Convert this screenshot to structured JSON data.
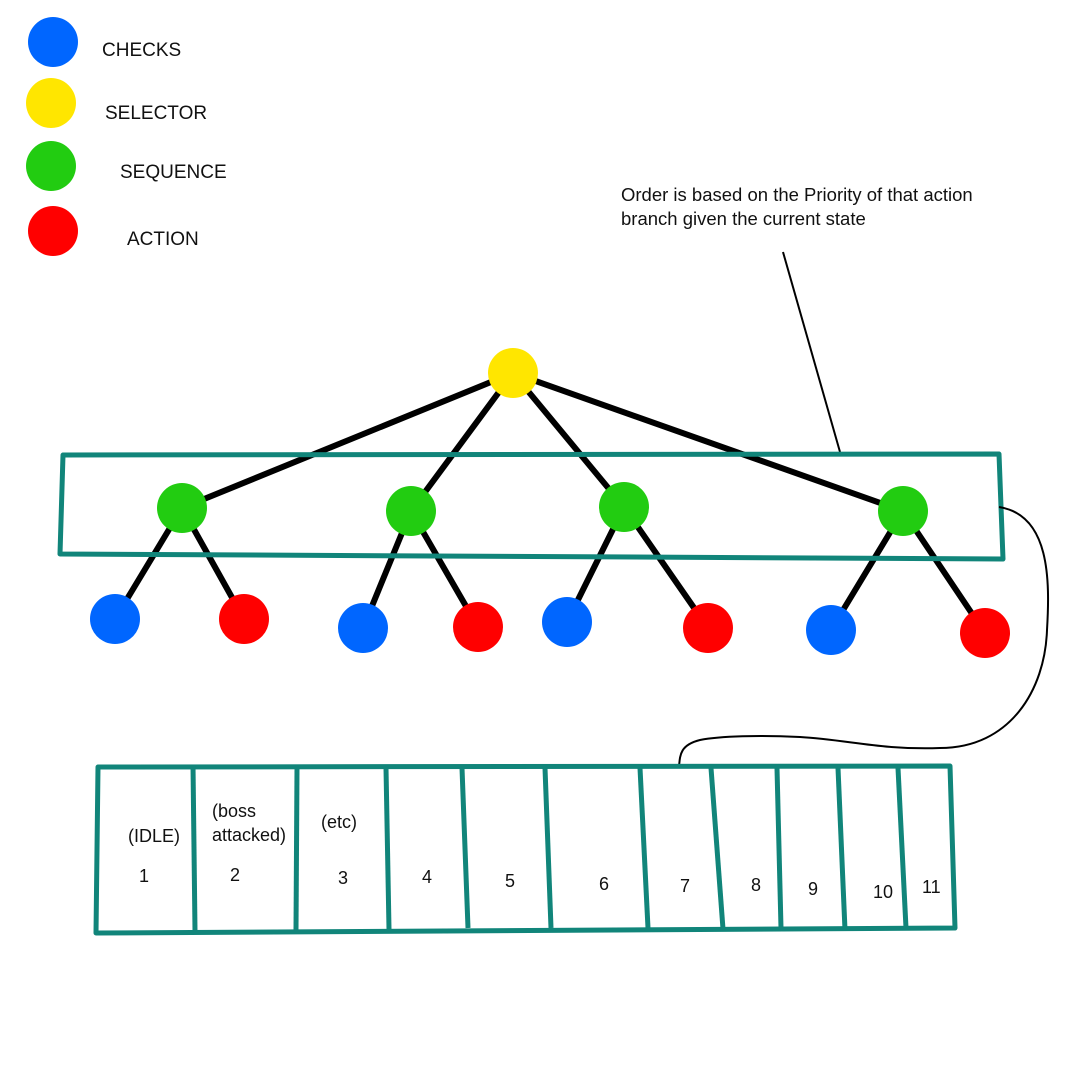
{
  "colors": {
    "checks": "#0066ff",
    "selector": "#ffe600",
    "sequence": "#22cc11",
    "action": "#ff0000",
    "frame": "#11857a",
    "line": "#000000"
  },
  "legend": [
    {
      "label": "CHECKS",
      "color": "#0066ff",
      "icon": "blue-circle-icon"
    },
    {
      "label": "SELECTOR",
      "color": "#ffe600",
      "icon": "yellow-circle-icon"
    },
    {
      "label": "SEQUENCE",
      "color": "#22cc11",
      "icon": "green-circle-icon"
    },
    {
      "label": "ACTION",
      "color": "#ff0000",
      "icon": "red-circle-icon"
    }
  ],
  "annotation": {
    "line1": "Order is based on the Priority of that action",
    "line2": "branch given the current state"
  },
  "tree": {
    "root": "selector",
    "sequences": 4,
    "children_per_sequence": [
      "checks",
      "action"
    ]
  },
  "priority_cells": [
    {
      "number": "1",
      "label": "(IDLE)"
    },
    {
      "number": "2",
      "label_line1": "(boss",
      "label_line2": "attacked)"
    },
    {
      "number": "3",
      "label": "(etc)"
    },
    {
      "number": "4"
    },
    {
      "number": "5"
    },
    {
      "number": "6"
    },
    {
      "number": "7"
    },
    {
      "number": "8"
    },
    {
      "number": "9"
    },
    {
      "number": "10"
    },
    {
      "number": "11"
    }
  ]
}
